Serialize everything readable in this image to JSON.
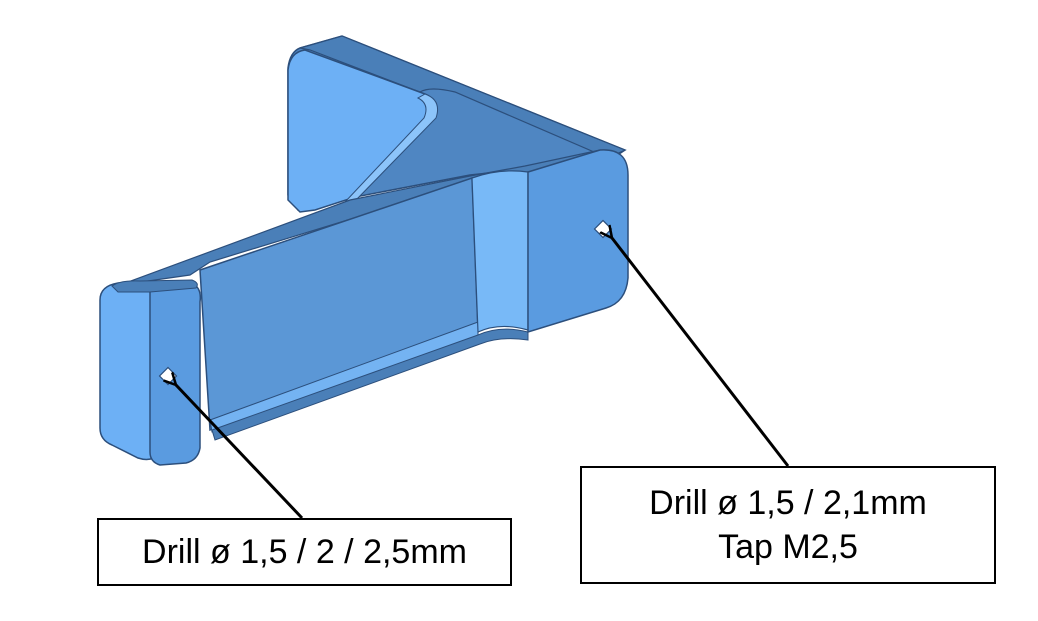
{
  "colors": {
    "part_light": "#6db0f5",
    "part_mid": "#5a9be0",
    "part_dark": "#4a7fb8",
    "edge": "#2c4f7c",
    "arrow": "#000000"
  },
  "callouts": {
    "left": {
      "line1": "Drill ø 1,5 / 2 / 2,5mm"
    },
    "right": {
      "line1": "Drill ø 1,5 / 2,1mm",
      "line2": "Tap M2,5"
    }
  }
}
